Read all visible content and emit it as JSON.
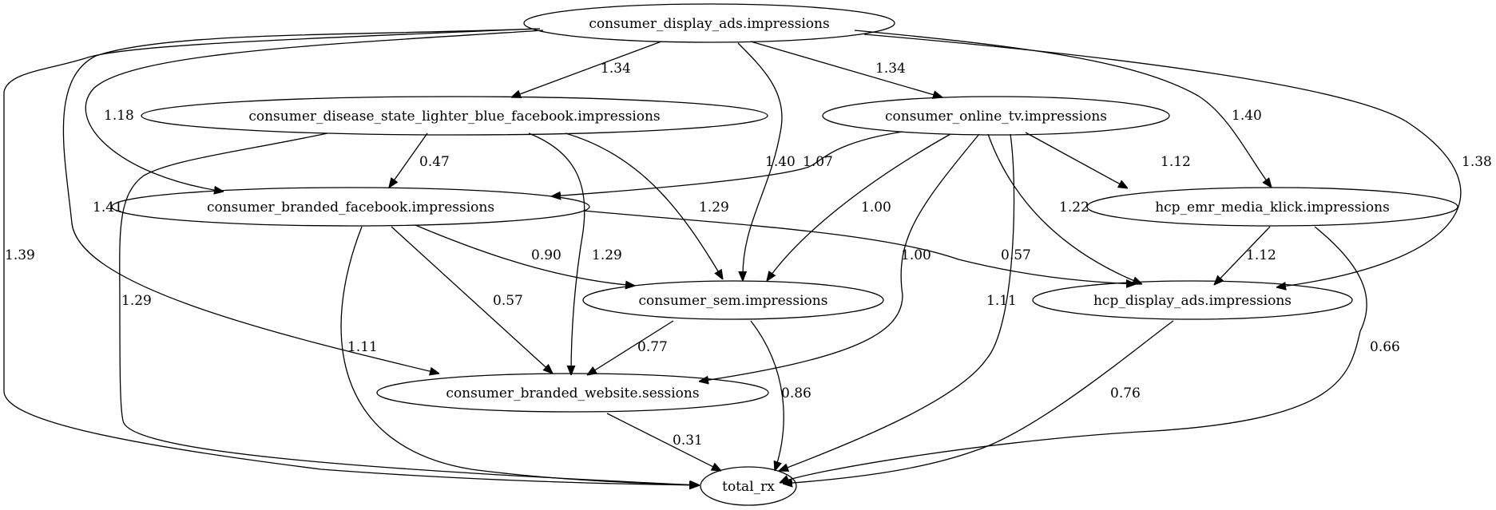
{
  "nodes": {
    "cda": "consumer_display_ads.impressions",
    "cds": "consumer_disease_state_lighter_blue_facebook.impressions",
    "cot": "consumer_online_tv.impressions",
    "cbf": "consumer_branded_facebook.impressions",
    "hem": "hcp_emr_media_klick.impressions",
    "sem": "consumer_sem.impressions",
    "hda": "hcp_display_ads.impressions",
    "cbw": "consumer_branded_website.sessions",
    "trx": "total_rx"
  },
  "edges": [
    {
      "id": "cda-cds",
      "source": "consumer_display_ads.impressions",
      "target": "consumer_disease_state_lighter_blue_facebook.impressions",
      "weight": "1.34"
    },
    {
      "id": "cda-cot",
      "source": "consumer_display_ads.impressions",
      "target": "consumer_online_tv.impressions",
      "weight": "1.34"
    },
    {
      "id": "cda-cbf",
      "source": "consumer_display_ads.impressions",
      "target": "consumer_branded_facebook.impressions",
      "weight": "1.18"
    },
    {
      "id": "cda-hem",
      "source": "consumer_display_ads.impressions",
      "target": "hcp_emr_media_klick.impressions",
      "weight": "1.40"
    },
    {
      "id": "cda-hda",
      "source": "consumer_display_ads.impressions",
      "target": "hcp_display_ads.impressions",
      "weight": "1.38"
    },
    {
      "id": "cda-sem",
      "source": "consumer_display_ads.impressions",
      "target": "consumer_sem.impressions",
      "weight": "1.40"
    },
    {
      "id": "cda-cbw",
      "source": "consumer_display_ads.impressions",
      "target": "consumer_branded_website.sessions",
      "weight": "1.41"
    },
    {
      "id": "cda-trx",
      "source": "consumer_display_ads.impressions",
      "target": "total_rx",
      "weight": "1.39"
    },
    {
      "id": "cds-cbf",
      "source": "consumer_disease_state_lighter_blue_facebook.impressions",
      "target": "consumer_branded_facebook.impressions",
      "weight": "0.47"
    },
    {
      "id": "cds-sem",
      "source": "consumer_disease_state_lighter_blue_facebook.impressions",
      "target": "consumer_sem.impressions",
      "weight": "1.29"
    },
    {
      "id": "cds-cbw",
      "source": "consumer_disease_state_lighter_blue_facebook.impressions",
      "target": "consumer_branded_website.sessions",
      "weight": "1.29"
    },
    {
      "id": "cds-trx",
      "source": "consumer_disease_state_lighter_blue_facebook.impressions",
      "target": "total_rx",
      "weight": "1.29"
    },
    {
      "id": "cot-cbf",
      "source": "consumer_online_tv.impressions",
      "target": "consumer_branded_facebook.impressions",
      "weight": "1.07"
    },
    {
      "id": "cot-hem",
      "source": "consumer_online_tv.impressions",
      "target": "hcp_emr_media_klick.impressions",
      "weight": "1.12"
    },
    {
      "id": "cot-sem",
      "source": "consumer_online_tv.impressions",
      "target": "consumer_sem.impressions",
      "weight": "1.00"
    },
    {
      "id": "cot-hda",
      "source": "consumer_online_tv.impressions",
      "target": "hcp_display_ads.impressions",
      "weight": "1.22"
    },
    {
      "id": "cot-cbw",
      "source": "consumer_online_tv.impressions",
      "target": "consumer_branded_website.sessions",
      "weight": "1.00"
    },
    {
      "id": "cot-trx",
      "source": "consumer_online_tv.impressions",
      "target": "total_rx",
      "weight": "1.11"
    },
    {
      "id": "cbf-sem",
      "source": "consumer_branded_facebook.impressions",
      "target": "consumer_sem.impressions",
      "weight": "0.90"
    },
    {
      "id": "cbf-hda",
      "source": "consumer_branded_facebook.impressions",
      "target": "hcp_display_ads.impressions",
      "weight": "0.57"
    },
    {
      "id": "cbf-cbw",
      "source": "consumer_branded_facebook.impressions",
      "target": "consumer_branded_website.sessions",
      "weight": "0.57"
    },
    {
      "id": "cbf-trx",
      "source": "consumer_branded_facebook.impressions",
      "target": "total_rx",
      "weight": "1.11"
    },
    {
      "id": "hem-hda",
      "source": "hcp_emr_media_klick.impressions",
      "target": "hcp_display_ads.impressions",
      "weight": "1.12"
    },
    {
      "id": "hem-trx",
      "source": "hcp_emr_media_klick.impressions",
      "target": "total_rx",
      "weight": "0.66"
    },
    {
      "id": "sem-cbw",
      "source": "consumer_sem.impressions",
      "target": "consumer_branded_website.sessions",
      "weight": "0.77"
    },
    {
      "id": "sem-trx",
      "source": "consumer_sem.impressions",
      "target": "total_rx",
      "weight": "0.86"
    },
    {
      "id": "hda-trx",
      "source": "hcp_display_ads.impressions",
      "target": "total_rx",
      "weight": "0.76"
    },
    {
      "id": "cbw-trx",
      "source": "consumer_branded_website.sessions",
      "target": "total_rx",
      "weight": "0.31"
    }
  ]
}
